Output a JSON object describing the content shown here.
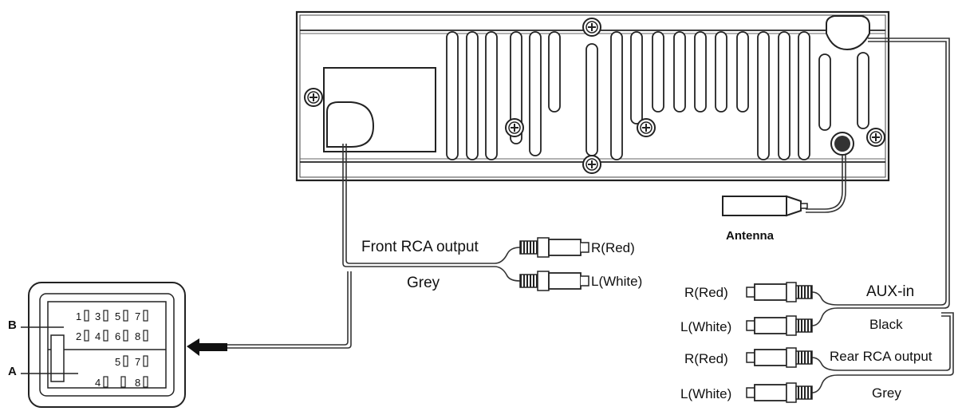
{
  "labels": {
    "antenna": "Antenna",
    "front_rca_output": "Front RCA output",
    "front_grey": "Grey",
    "front_r": "R(Red)",
    "front_l": "L(White)",
    "aux_in": "AUX-in",
    "aux_black": "Black",
    "aux_r": "R(Red)",
    "aux_l": "L(White)",
    "rear_rca_output": "Rear RCA output",
    "rear_grey": "Grey",
    "rear_r": "R(Red)",
    "rear_l": "L(White)",
    "connector_b": "B",
    "connector_a": "A"
  },
  "connector_pins": {
    "row_b_top": [
      "1",
      "3",
      "5",
      "7"
    ],
    "row_b_bottom": [
      "2",
      "4",
      "6",
      "8"
    ],
    "row_a_top": [
      "5",
      "7"
    ],
    "row_a_bottom": [
      "4",
      "8"
    ]
  },
  "colors": {
    "line": "#222222",
    "wire": "#555555",
    "unit_fill": "#ffffff"
  }
}
